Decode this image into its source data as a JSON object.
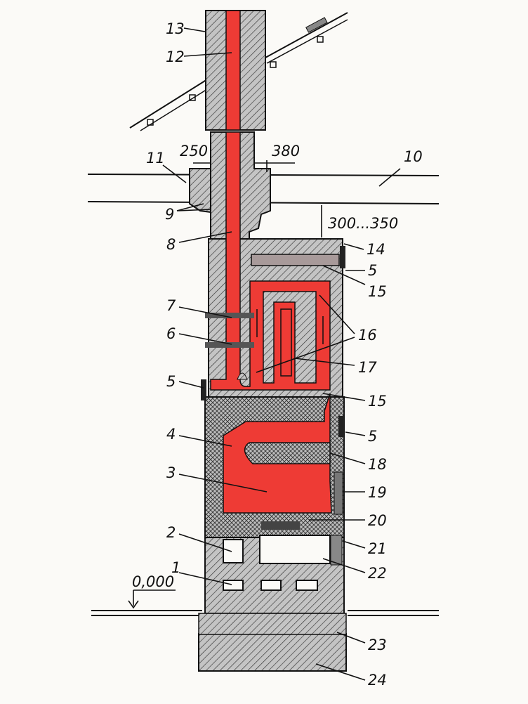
{
  "title": "Stove cross-section diagram",
  "colors": {
    "hot": "#ee3b35",
    "masonry": "#bcbcbc",
    "line": "#111111",
    "plate": "#a89a9a"
  },
  "labels": {
    "l1": "1",
    "l2": "2",
    "l3": "3",
    "l4": "4",
    "l5a": "5",
    "l5b": "5",
    "l5c": "5",
    "l6": "6",
    "l7": "7",
    "l8": "8",
    "l9": "9",
    "l10": "10",
    "l11": "11",
    "l12": "12",
    "l13": "13",
    "l14": "14",
    "l15a": "15",
    "l15b": "15",
    "l16": "16",
    "l17": "17",
    "l18": "18",
    "l19": "19",
    "l20": "20",
    "l21": "21",
    "l22": "22",
    "l23": "23",
    "l24": "24"
  },
  "dimensions": {
    "d250": "250",
    "d380": "380",
    "gap": "300...350",
    "level": "0,000"
  }
}
